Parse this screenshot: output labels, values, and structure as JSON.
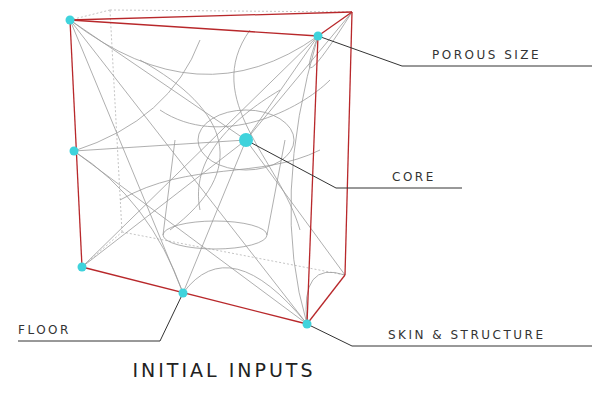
{
  "diagram": {
    "caption": "INITIAL INPUTS",
    "labels": [
      "POROUS SIZE",
      "CORE",
      "FLOOR",
      "SKIN & STRUCTURE"
    ]
  }
}
